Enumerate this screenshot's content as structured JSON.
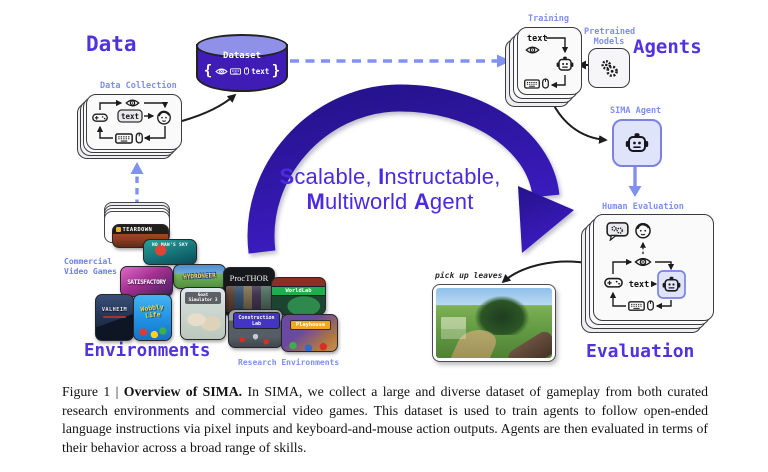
{
  "figure": {
    "headings": {
      "data": "Data",
      "agents": "Agents",
      "environments": "Environments",
      "evaluation": "Evaluation"
    },
    "labels": {
      "data_collection": "Data Collection",
      "dataset": "Dataset",
      "training": "Training",
      "pretrained_line1": "Pretrained",
      "pretrained_line2": "Models",
      "sima_agent": "SIMA Agent",
      "human_evaluation": "Human Evaluation",
      "commercial_line1": "Commercial",
      "commercial_line2": "Video Games",
      "research": "Research Environments",
      "instruction": "pick up leaves",
      "text_chip": "text",
      "brace_left": "{",
      "brace_right": "}"
    },
    "sima_title": {
      "l1_b1": "S",
      "l1_r1": "calable, ",
      "l1_b2": "I",
      "l1_r2": "nstructable,",
      "l2_b1": "M",
      "l2_r1": "ultiworld ",
      "l2_b2": "A",
      "l2_r2": "gent"
    },
    "games": [
      {
        "title": "TEARDOWN"
      },
      {
        "title": "NO MAN'S SKY"
      },
      {
        "title": "SATISFACTORY"
      },
      {
        "title": "HYDRONEER"
      },
      {
        "title": "Goat Simulator 3"
      },
      {
        "title": "VALHEIM"
      },
      {
        "title": "Wobbly Life"
      },
      {
        "title": "ProcTHOR"
      },
      {
        "title": "WorldLab"
      },
      {
        "title": "Construction Lab"
      },
      {
        "title": "Playhouse"
      }
    ],
    "colors": {
      "accent_purple": "#5132e0",
      "periwinkle": "#7e8ef2",
      "cycle_arrow": "#31189f",
      "dataset_body": "#3e1cb5",
      "agent_box_fill": "#dfe4fb"
    }
  },
  "caption": {
    "prefix": "Figure 1 | ",
    "bold": "Overview of SIMA.",
    "body": " In SIMA, we collect a large and diverse dataset of gameplay from both curated research environments and commercial video games. This dataset is used to train agents to follow open-ended language instructions via pixel inputs and keyboard-and-mouse action outputs. Agents are then evaluated in terms of their behavior across a broad range of skills."
  }
}
